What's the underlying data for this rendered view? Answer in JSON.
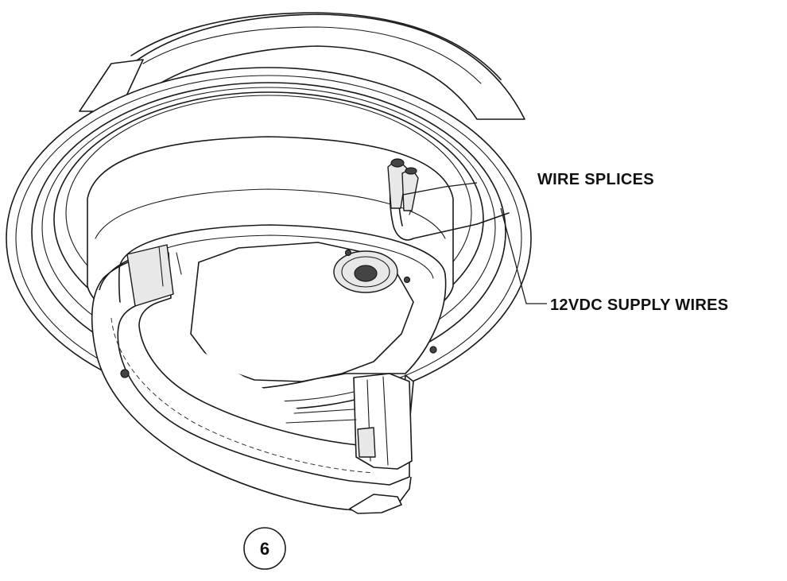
{
  "callouts": {
    "wire_splices": "WIRE SPLICES",
    "supply_wires": "12VDC SUPPLY WIRES"
  },
  "step": {
    "number": "6"
  }
}
